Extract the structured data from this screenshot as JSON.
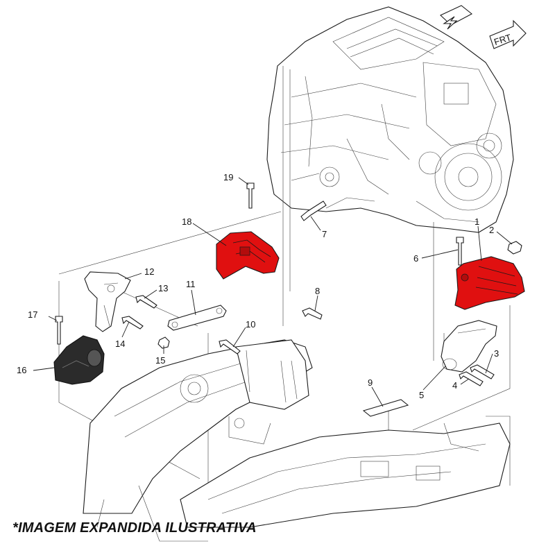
{
  "footer": {
    "text": "*IMAGEM EXPANDIDA ILUSTRATIVA"
  },
  "orientation": {
    "front_label": "FRT"
  },
  "colors": {
    "highlight": "#e01010",
    "dark_part": "#2b2b2b",
    "line": "#1a1a1a",
    "background": "#ffffff"
  },
  "callouts": {
    "n1": "1",
    "n2": "2",
    "n3": "3",
    "n4": "4",
    "n5": "5",
    "n6": "6",
    "n7": "7",
    "n8": "8",
    "n9": "9",
    "n10": "10",
    "n11": "11",
    "n12": "12",
    "n13": "13",
    "n14": "14",
    "n15": "15",
    "n16": "16",
    "n17": "17",
    "n18": "18",
    "n19": "19"
  }
}
